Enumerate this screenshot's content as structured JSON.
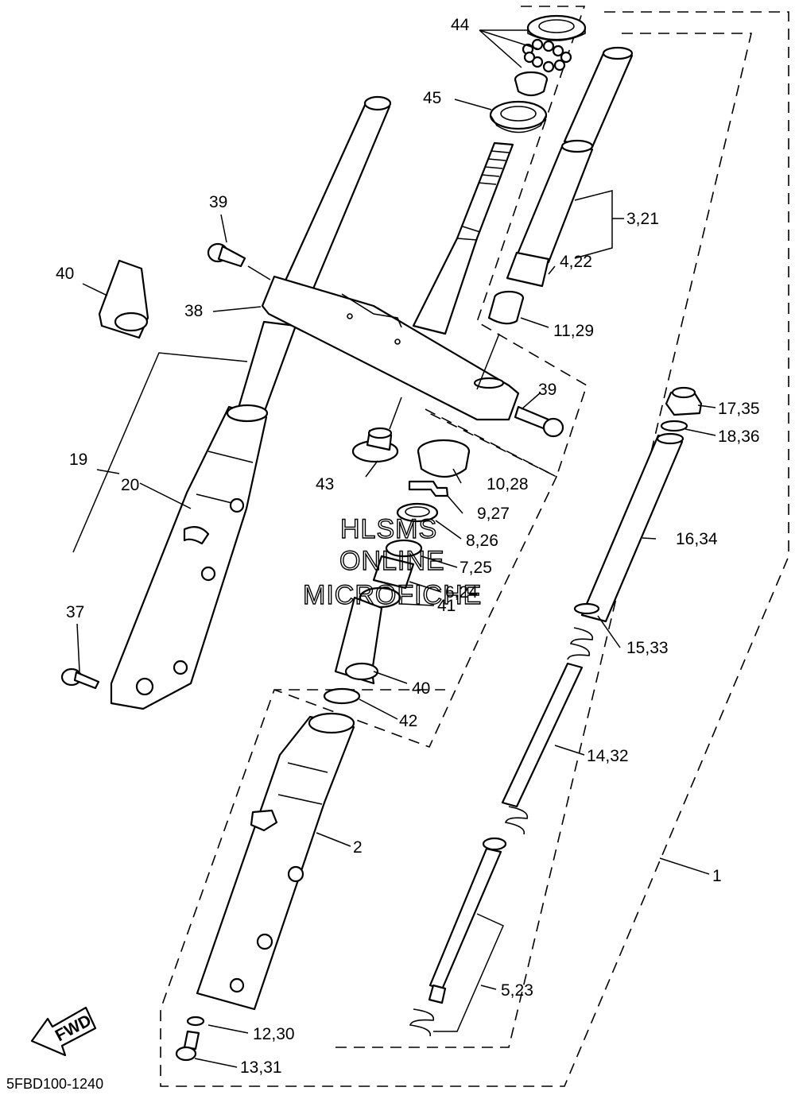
{
  "diagram_code": "5FBD100-1240",
  "watermark": {
    "line1": "HLSMS",
    "line2": "ONLINE",
    "line3": "MICROFICHE"
  },
  "fwd_label": "FWD",
  "callouts": {
    "c44": "44",
    "c45": "45",
    "c39a": "39",
    "c40a": "40",
    "c38": "38",
    "c3_21": "3,21",
    "c4_22": "4,22",
    "c11_29": "11,29",
    "c39b": "39",
    "c17_35": "17,35",
    "c18_36": "18,36",
    "c19": "19",
    "c20": "20",
    "c43": "43",
    "c10_28": "10,28",
    "c9_27": "9,27",
    "c8_26": "8,26",
    "c16_34": "16,34",
    "c7_25": "7,25",
    "c6_24": "6,24",
    "c37": "37",
    "c41": "41",
    "c15_33": "15,33",
    "c40b": "40",
    "c42": "42",
    "c14_32": "14,32",
    "c2": "2",
    "c1": "1",
    "c5_23": "5,23",
    "c12_30": "12,30",
    "c13_31": "13,31"
  }
}
